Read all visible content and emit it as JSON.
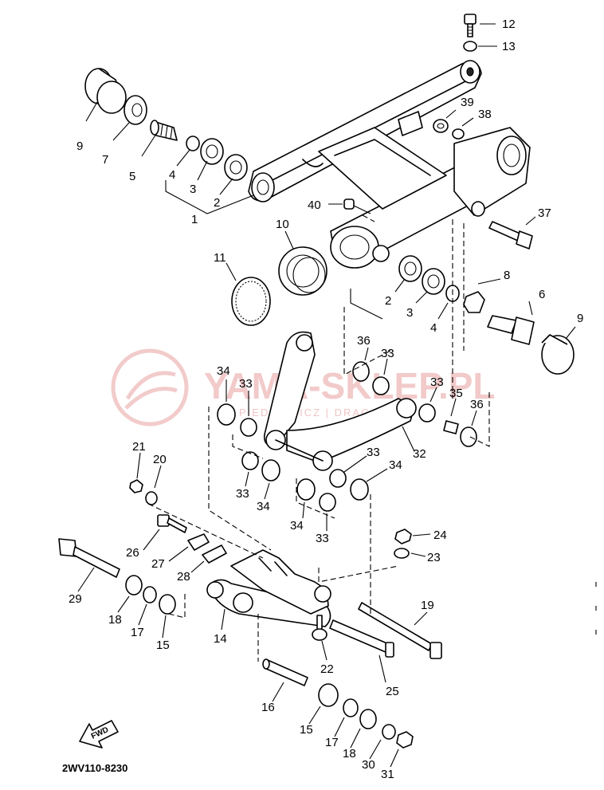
{
  "diagram_code": "2WV110-8230",
  "fwd_label": "FWD",
  "watermark": {
    "brand": "YAMA-SKLEP.PL",
    "subtitle": "PIEDROWICZ | DRAGAŃSKA"
  },
  "labels": {
    "l12": "12",
    "l13": "13",
    "l9a": "9",
    "l7": "7",
    "l5": "5",
    "l4a": "4",
    "l3a": "3",
    "l2a": "2",
    "l1": "1",
    "l39": "39",
    "l38": "38",
    "l40": "40",
    "l37": "37",
    "l10": "10",
    "l11": "11",
    "l2b": "2",
    "l3b": "3",
    "l4b": "4",
    "l8": "8",
    "l6": "6",
    "l9b": "9",
    "l36a": "36",
    "l33a": "33",
    "l34a": "34",
    "l33b": "33",
    "l33c": "33",
    "l35": "35",
    "l36b": "36",
    "l32": "32",
    "l21": "21",
    "l20": "20",
    "l33d": "33",
    "l34b": "34",
    "l33e": "33",
    "l34c": "34",
    "l34d": "34",
    "l33f": "33",
    "l24": "24",
    "l23": "23",
    "l26": "26",
    "l27": "27",
    "l28": "28",
    "l29": "29",
    "l18a": "18",
    "l17a": "17",
    "l15a": "15",
    "l14": "14",
    "l19": "19",
    "l22": "22",
    "l25": "25",
    "l16": "16",
    "l15b": "15",
    "l17b": "17",
    "l18b": "18",
    "l30": "30",
    "l31": "31"
  }
}
